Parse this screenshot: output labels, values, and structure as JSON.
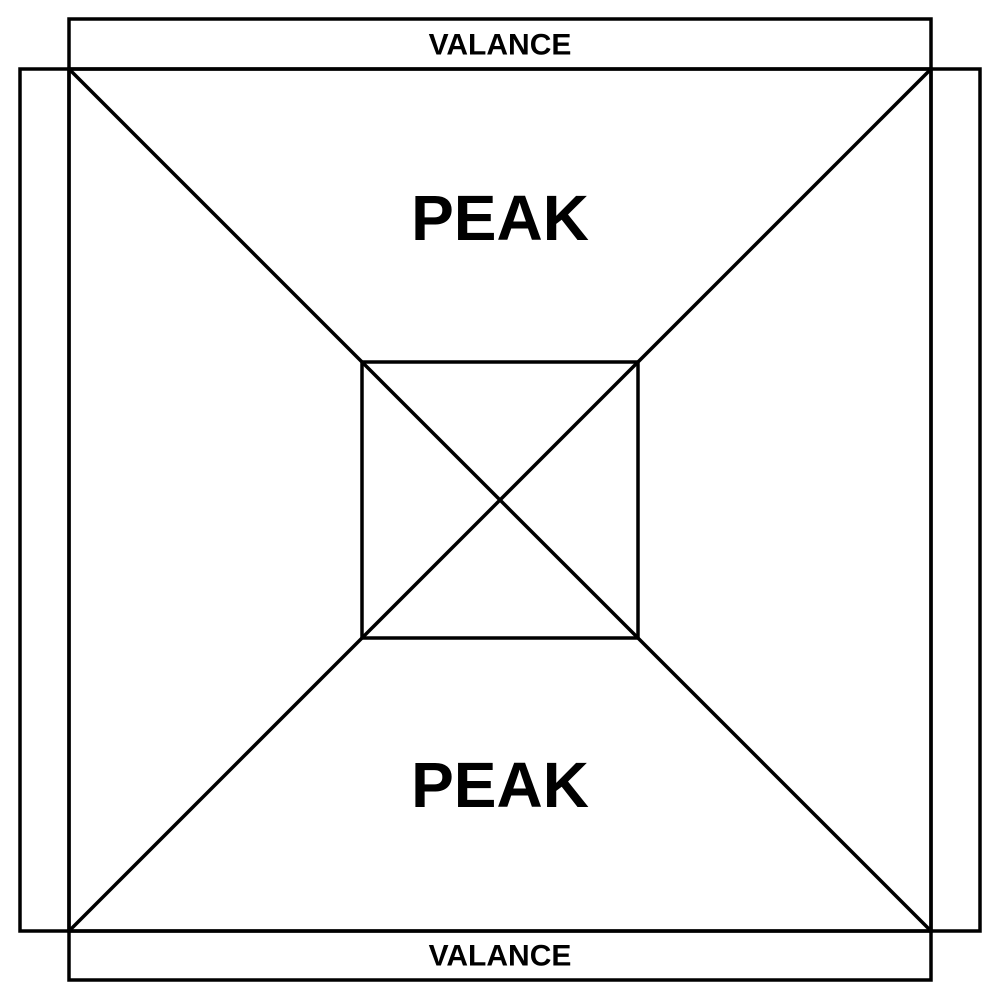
{
  "labels": {
    "valance_top": "VALANCE",
    "valance_bottom": "VALANCE",
    "peak_top": "PEAK",
    "peak_bottom": "PEAK"
  },
  "colors": {
    "line": "#000000",
    "background": "#ffffff"
  }
}
